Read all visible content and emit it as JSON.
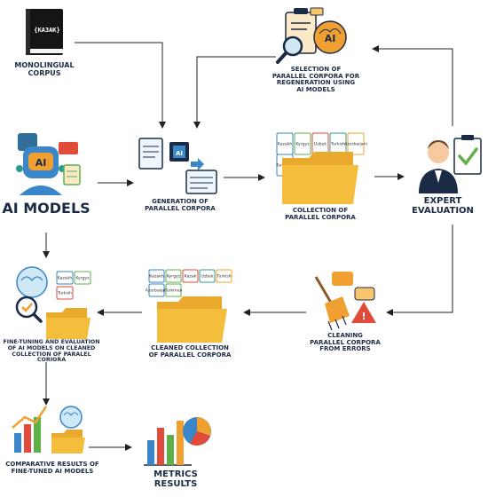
{
  "nodes": {
    "monolingual_corpus": {
      "label": "MONOLINGUAL\nCORPUS",
      "book_text": "{KA3AK}"
    },
    "selection": {
      "label": "SELECTION OF\nPARALLEL CORPORA FOR\nREGENERATION USING\nAI MODELS",
      "icon_text": "AI"
    },
    "ai_models": {
      "label": "AI MODELS",
      "icon_text": "AI"
    },
    "generation": {
      "label": "GENERATION OF\nPARALLEL CORPORA",
      "icon_text": "AI"
    },
    "collection": {
      "label": "COLLECTION OF\nPARALLEL CORPORA",
      "tags": [
        "Kazakh",
        "Kyrgyz",
        "Uzbek",
        "Turkish",
        "Azerbaijani",
        "Turkmen"
      ]
    },
    "expert_evaluation": {
      "label": "EXPERT\nEVALUATION"
    },
    "fine_tuning": {
      "label": "FINE-TUNING AND EVALUATION\nOF AI MODELS ON CLEANED\nCOLLECTION OF PARALEL CORIORA",
      "tags": [
        "Kazakh",
        "Kyrgyz",
        "Turkish"
      ]
    },
    "cleaned_collection": {
      "label": "CLEANED COLLECTION\nOF PARALLEL CORPORA",
      "tags": [
        "Kazakh",
        "Kyrgyz",
        "Kazak",
        "Uzbek",
        "Turkish",
        "Azerbaijani",
        "Turkmen"
      ]
    },
    "cleaning": {
      "label": "CLEANING\nPARALLEL CORPORA\nFROM ERRORS"
    },
    "comparative": {
      "label": "COMPARATIVE RESULTS OF\nFINE-TUNED AI MODELS"
    },
    "metrics": {
      "label": "METRICS\nRESULTS"
    }
  },
  "colors": {
    "navy": "#1c2b45",
    "orange": "#f0a030",
    "folder": "#f5bd3c",
    "teal": "#2a9d8f",
    "blue": "#3a86c8",
    "green": "#5fb04a",
    "red": "#e04b3a"
  }
}
